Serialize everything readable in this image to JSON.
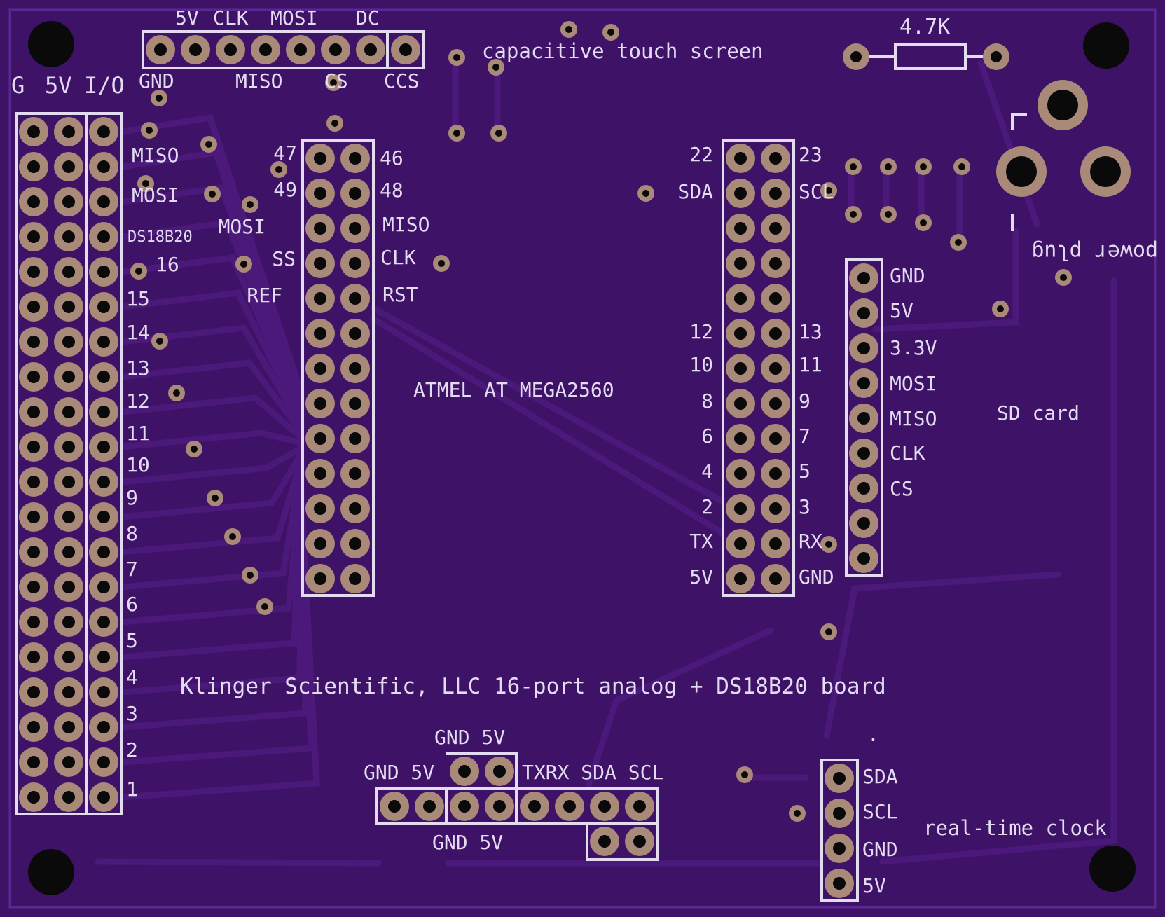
{
  "colors": {
    "board": "#3e1267",
    "trace": "#4c1a7d",
    "copper": "#a98978",
    "hole": "#0a0a0a",
    "silk": "#e3dcf0"
  },
  "board": {
    "title": "Klinger Scientific, LLC 16-port analog + DS18B20 board",
    "mcu_label": "ATMEL AT MEGA2560",
    "touch_label": "capacitive touch screen",
    "resistor_label": "4.7K",
    "power_label": "power plug",
    "sd_label": "SD card",
    "rtc_label": "real-time clock",
    "dot": "."
  },
  "io_header": {
    "title_labels": [
      "G",
      "5V",
      "I/O"
    ],
    "right_labels": [
      "MISO",
      "MOSI",
      "DS18B20",
      "16",
      "15",
      "14",
      "13",
      "12",
      "11",
      "10",
      "9",
      "8",
      "7",
      "6",
      "5",
      "4",
      "3",
      "2",
      "1"
    ]
  },
  "display_header": {
    "top_labels": [
      "5V",
      "CLK",
      "MOSI",
      "DC"
    ],
    "bottom_labels": [
      "GND",
      "MISO",
      "CS",
      "CCS"
    ]
  },
  "spi_header": {
    "left_labels": [
      "47",
      "49",
      "MOSI",
      "SS",
      "REF"
    ],
    "right_labels": [
      "46",
      "48",
      "MISO",
      "CLK",
      "RST"
    ]
  },
  "digital_header": {
    "left_labels": [
      "22",
      "SDA",
      "12",
      "10",
      "8",
      "6",
      "4",
      "2",
      "TX",
      "5V"
    ],
    "right_labels": [
      "23",
      "SCL",
      "13",
      "11",
      "9",
      "7",
      "5",
      "3",
      "RX",
      "GND"
    ]
  },
  "sd_header": {
    "labels": [
      "GND",
      "5V",
      "3.3V",
      "MOSI",
      "MISO",
      "CLK",
      "CS"
    ]
  },
  "rtc_header": {
    "labels": [
      "SDA",
      "SCL",
      "GND",
      "5V"
    ]
  },
  "bottom_header": {
    "top_label": "GND 5V",
    "left_label": "GND 5V",
    "right_label": "TXRX SDA SCL",
    "below_label": "GND 5V"
  }
}
